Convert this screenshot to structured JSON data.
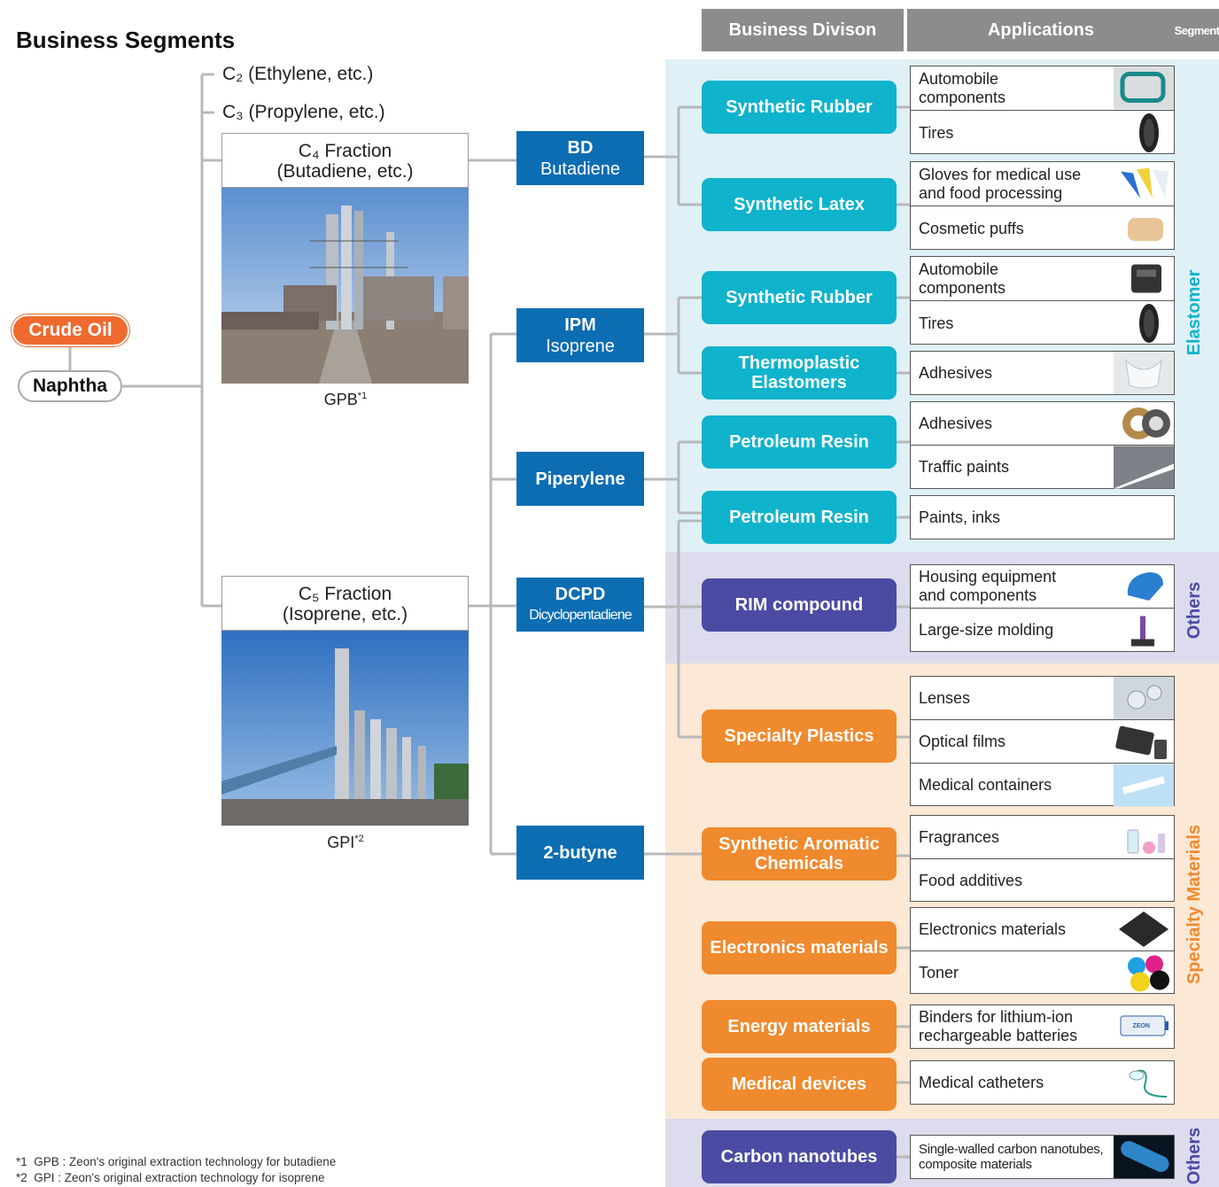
{
  "title": "Business Segments",
  "headers": {
    "division": "Business Divison",
    "applications": "Applications",
    "segment": "Segment"
  },
  "sources": {
    "crude": "Crude Oil",
    "naphtha": "Naphtha"
  },
  "fractions": {
    "c2": "C₂ (Ethylene, etc.)",
    "c3": "C₃ (Propylene, etc.)",
    "c4_line1": "C₄ Fraction",
    "c4_line2": "(Butadiene, etc.)",
    "c5_line1": "C₅ Fraction",
    "c5_line2": "(Isoprene, etc.)",
    "gpb": "GPB",
    "gpb_note": "*1",
    "gpi": "GPI",
    "gpi_note": "*2"
  },
  "monomers": {
    "bd_abbr": "BD",
    "bd_name": "Butadiene",
    "ipm_abbr": "IPM",
    "ipm_name": "Isoprene",
    "piperylene": "Piperylene",
    "dcpd_abbr": "DCPD",
    "dcpd_name": "Dicyclopentadiene",
    "butyne": "2-butyne"
  },
  "divisions": {
    "synthetic_rubber_1": "Synthetic Rubber",
    "synthetic_latex": "Synthetic Latex",
    "synthetic_rubber_2": "Synthetic Rubber",
    "thermoplastic_1": "Thermoplastic",
    "thermoplastic_2": "Elastomers",
    "petroleum_resin_1": "Petroleum Resin",
    "petroleum_resin_2": "Petroleum Resin",
    "rim": "RIM compound",
    "specialty_plastics": "Specialty Plastics",
    "aromatic_1": "Synthetic Aromatic",
    "aromatic_2": "Chemicals",
    "electronics": "Electronics materials",
    "energy": "Energy materials",
    "medical": "Medical devices",
    "cnt": "Carbon nanotubes"
  },
  "applications": {
    "auto1_l1": "Automobile",
    "auto1_l2": "components",
    "tires1": "Tires",
    "gloves_l1": "Gloves for medical use",
    "gloves_l2": "and food processing",
    "puffs": "Cosmetic puffs",
    "auto2_l1": "Automobile",
    "auto2_l2": "components",
    "tires2": "Tires",
    "adhesives1": "Adhesives",
    "adhesives2": "Adhesives",
    "traffic": "Traffic paints",
    "paints": "Paints, inks",
    "housing_l1": "Housing equipment",
    "housing_l2": "and components",
    "molding": "Large-size molding",
    "lenses": "Lenses",
    "films": "Optical films",
    "containers": "Medical containers",
    "fragrances": "Fragrances",
    "food": "Food additives",
    "elec": "Electronics materials",
    "toner": "Toner",
    "binders_l1": "Binders for lithium-ion",
    "binders_l2": "rechargeable batteries",
    "catheters": "Medical catheters",
    "cnt_l1": "Single-walled carbon nanotubes,",
    "cnt_l2": "composite materials"
  },
  "segments": {
    "elastomer": "Elastomer",
    "others1": "Others",
    "specialty": "Specialty Materials",
    "others2": "Others"
  },
  "battery_label": "ZEON",
  "footnotes": {
    "n1_mark": "*1",
    "n1": "GPB : Zeon's original extraction technology for butadiene",
    "n2_mark": "*2",
    "n2": "GPI : Zeon's original extraction technology for isoprene"
  },
  "colors": {
    "teal": "#0fb3cb",
    "purple": "#4b4ba3",
    "orange": "#ef8a2e",
    "blue": "#0c6db3",
    "crude": "#ef6a2e",
    "header": "#8c8c8c"
  }
}
